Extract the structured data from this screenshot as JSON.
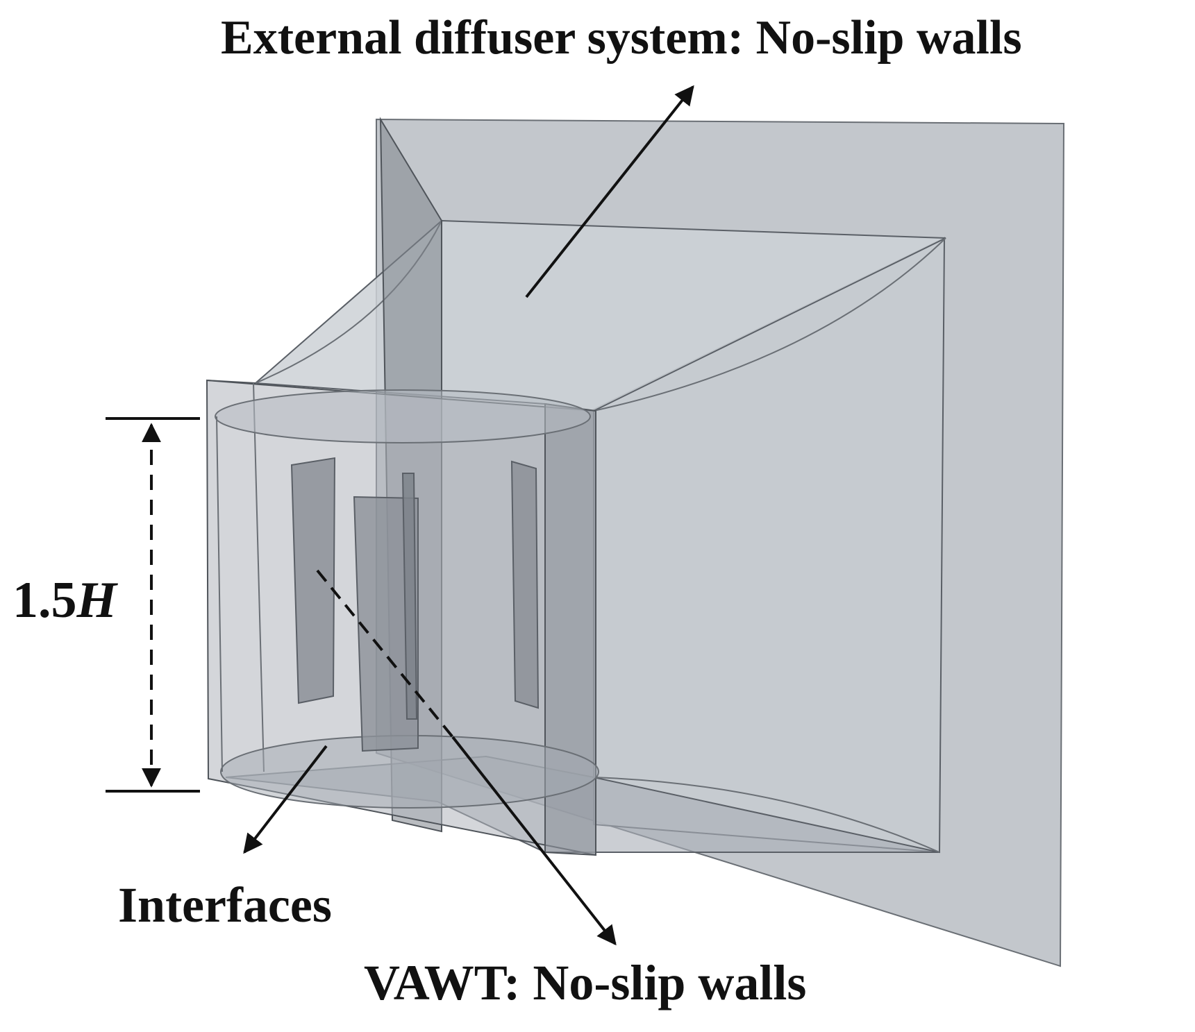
{
  "labels": {
    "external_diffuser": "External diffuser system: No-slip walls",
    "interfaces": "Interfaces",
    "vawt": "VAWT: No-slip walls",
    "dimension_value": "1.5",
    "dimension_symbol": "H"
  },
  "colors": {
    "panel_fill": "#c3c7cc",
    "panel_edge": "#555a60",
    "shape_fill": "#a8adb4",
    "blade_fill": "#8c9198",
    "annotation": "#111111"
  }
}
